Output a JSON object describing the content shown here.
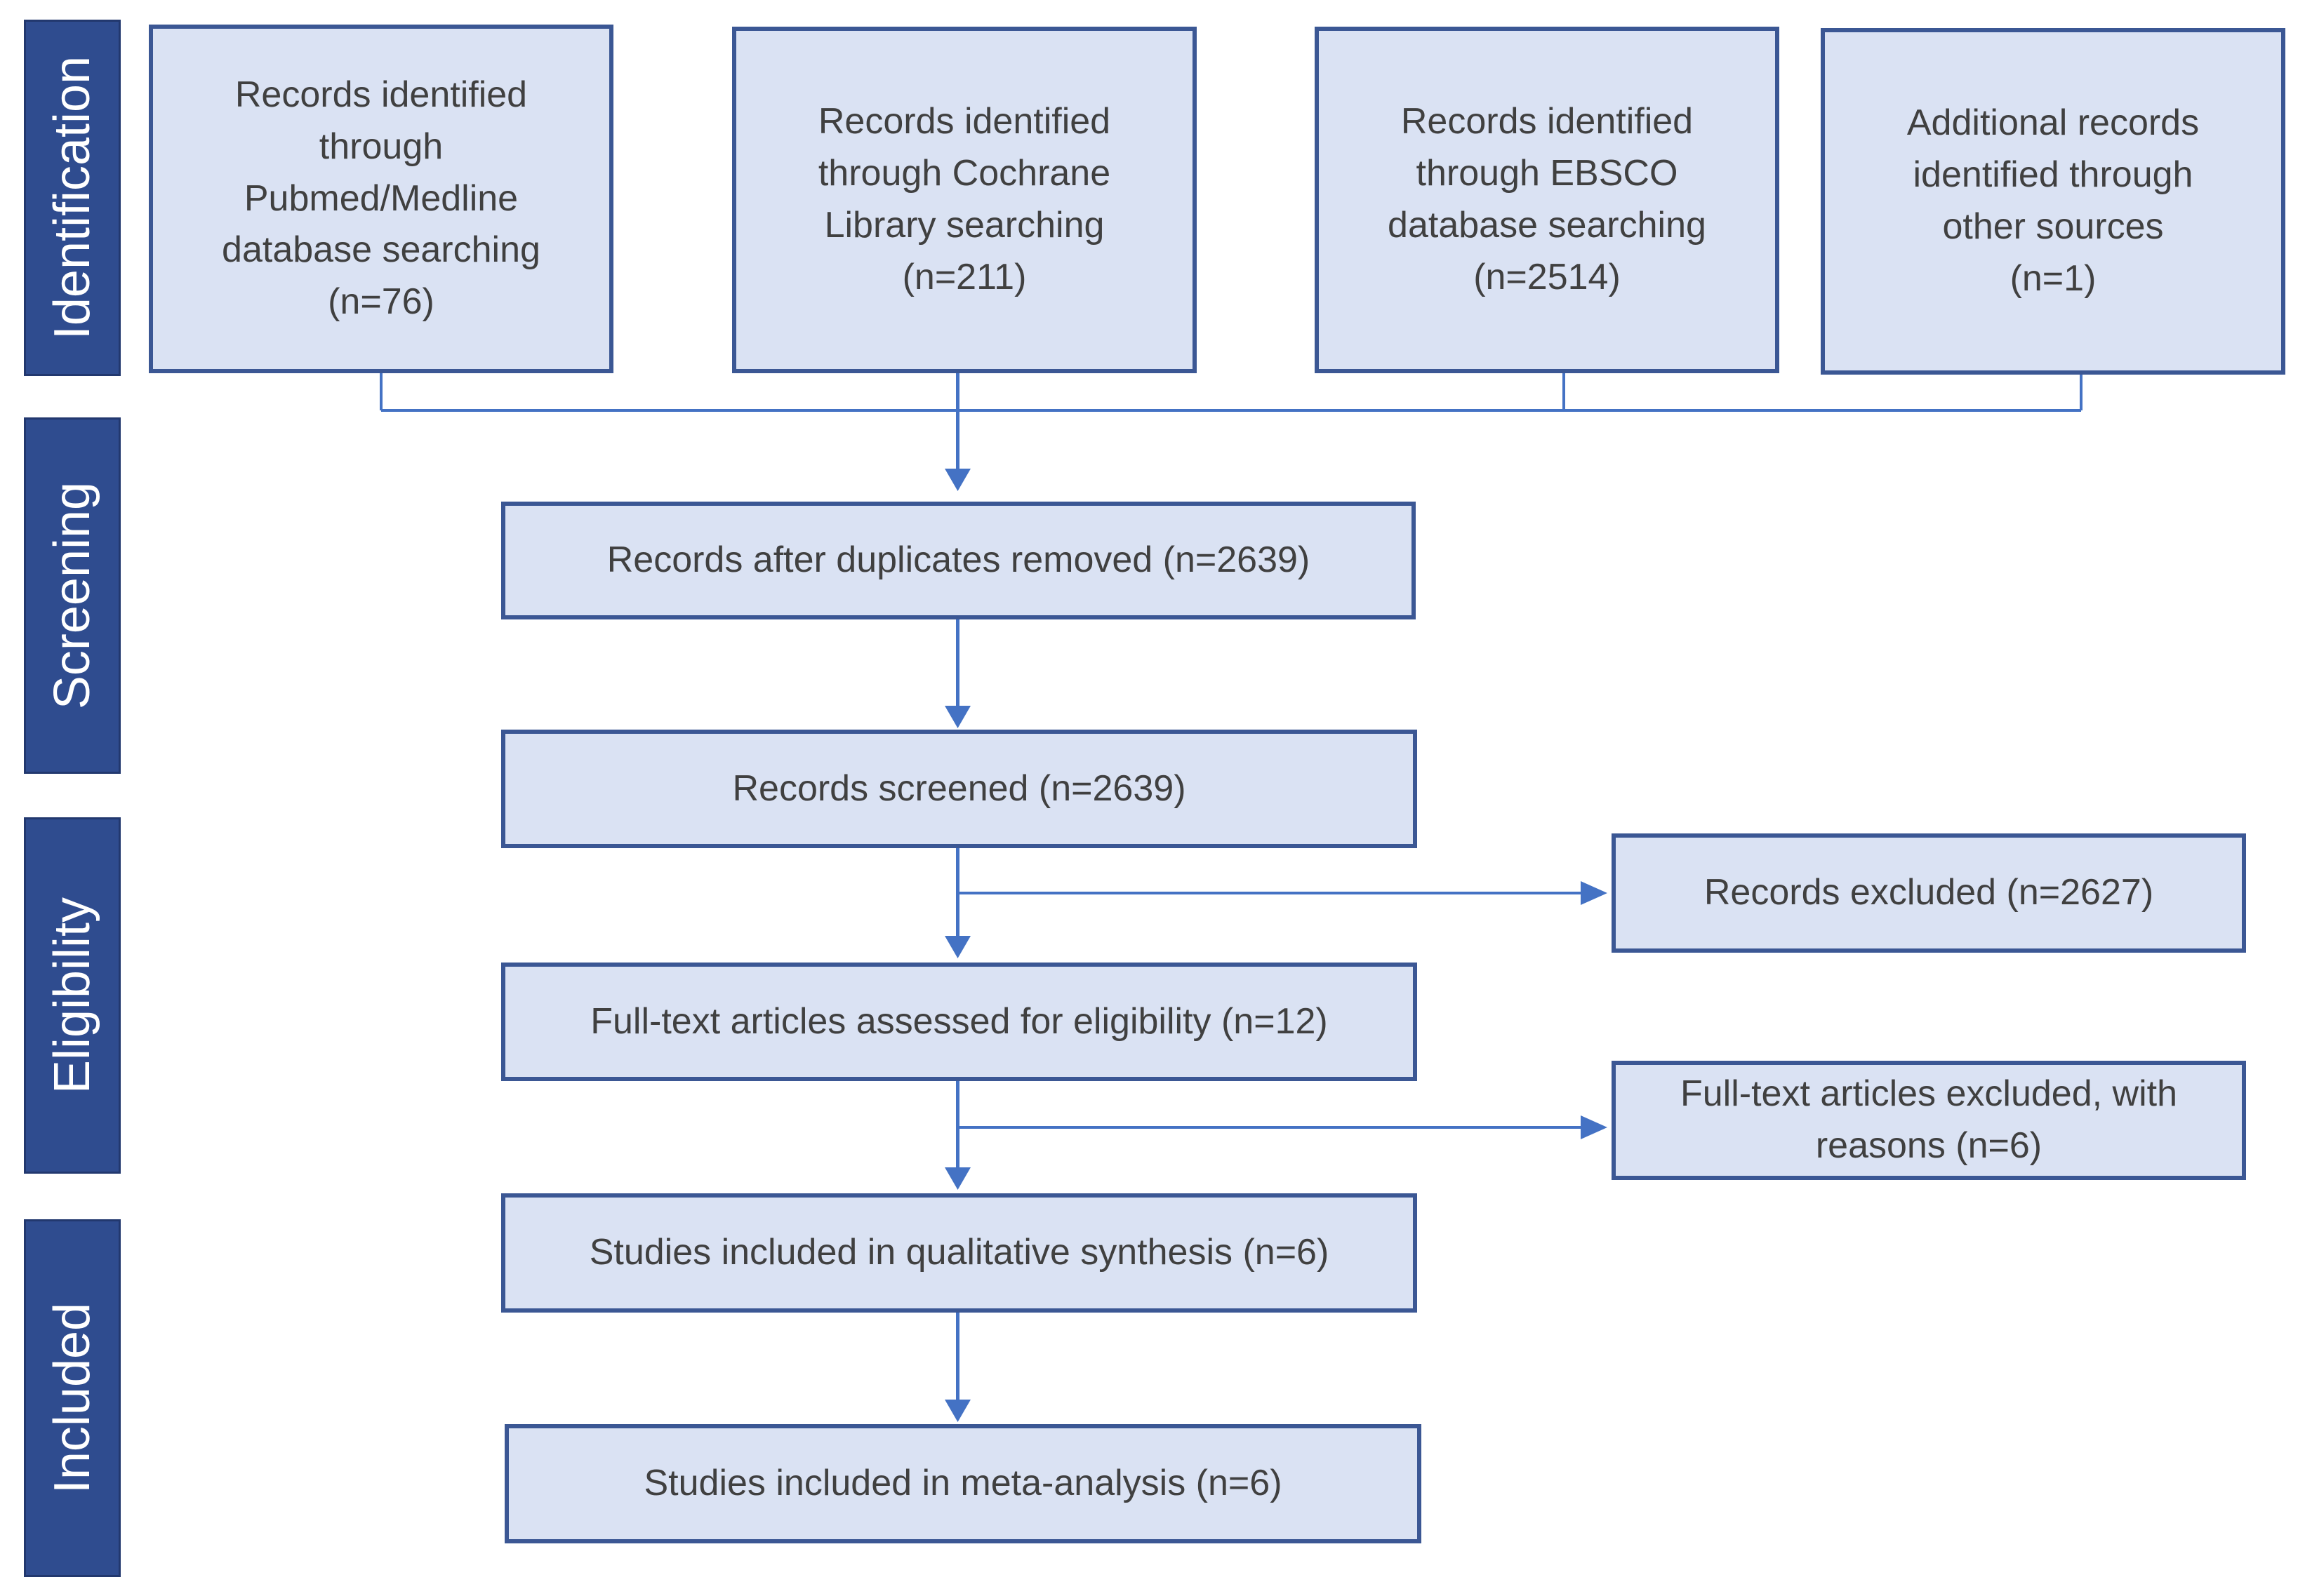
{
  "phases": {
    "identification": "Identification",
    "screening": "Screening",
    "eligibility": "Eligibility",
    "included": "Included"
  },
  "boxes": {
    "pubmed": "Records identified\nthrough\nPubmed/Medline\ndatabase searching\n(n=76)",
    "cochrane": "Records identified\nthrough Cochrane\nLibrary searching\n(n=211)",
    "ebsco": "Records identified\nthrough EBSCO\ndatabase searching\n(n=2514)",
    "additional": "Additional records\nidentified through\nother sources\n(n=1)",
    "after_duplicates": "Records after duplicates removed (n=2639)",
    "screened": "Records screened (n=2639)",
    "excluded": "Records excluded (n=2627)",
    "fulltext_assessed": "Full-text articles assessed for eligibility (n=12)",
    "fulltext_excluded": "Full-text articles excluded, with\nreasons (n=6)",
    "qualitative": "Studies included in qualitative synthesis (n=6)",
    "meta_analysis": "Studies included in meta-analysis (n=6)"
  },
  "colors": {
    "box_fill": "#dae2f3",
    "box_border": "#3b5794",
    "phase_fill": "#2f4c8f",
    "connector": "#4472c4"
  }
}
